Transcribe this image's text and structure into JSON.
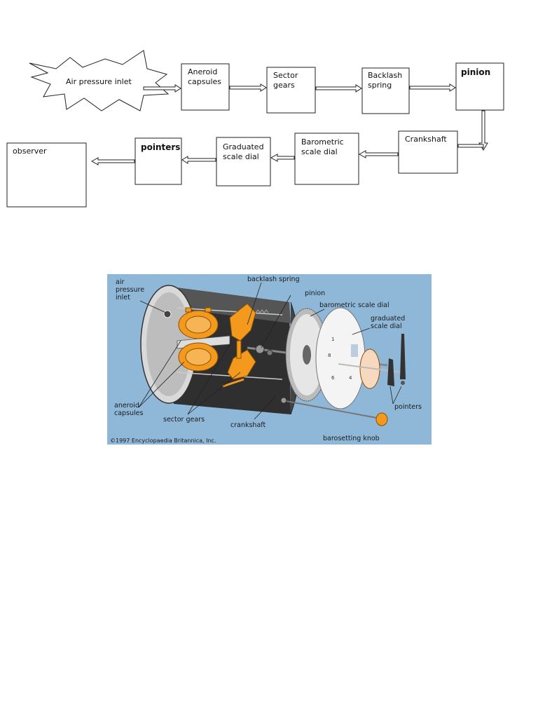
{
  "flow": {
    "air_inlet": "Air pressure inlet",
    "aneroid": "Aneroid\ncapsules",
    "sector": "Sector\ngears",
    "backlash": "Backlash\nspring",
    "pinion": "pinion",
    "crankshaft": "Crankshaft",
    "barometric": "Barometric\nscale dial",
    "graduated": "Graduated\nscale dial",
    "pointers": "pointers",
    "observer": "observer"
  },
  "illustration": {
    "labels": {
      "air_inlet": "air\npressure\ninlet",
      "backlash": "backlash spring",
      "pinion": "pinion",
      "barometric": "barometric scale dial",
      "graduated": "graduated\nscale dial",
      "aneroid": "aneroid\ncapsules",
      "sector": "sector gears",
      "crankshaft": "crankshaft",
      "pointers": "pointers",
      "knob": "barosetting knob"
    },
    "copyright": "©1997 Encyclopaedia Britannica, Inc."
  },
  "colors": {
    "fig_bg": "#8fb8d8",
    "orange": "#f39a1e",
    "cylinder": "#3a3a3a"
  }
}
